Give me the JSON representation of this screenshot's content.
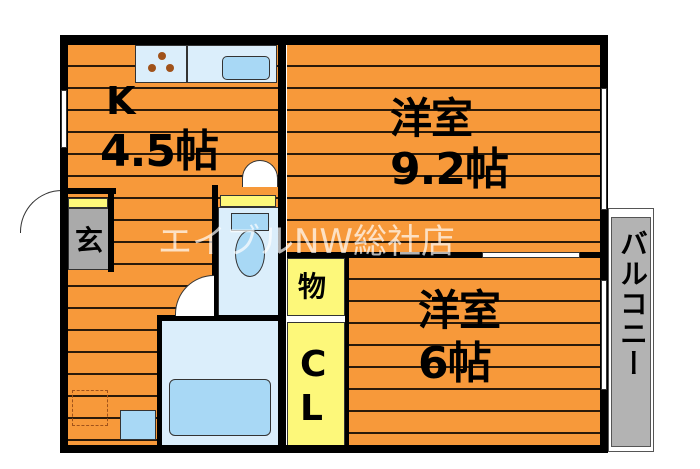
{
  "rooms": {
    "kitchen": {
      "name": "K",
      "size": "4.5帖"
    },
    "western1": {
      "name": "洋室",
      "size": "9.2帖"
    },
    "western2": {
      "name": "洋室",
      "size": "6帖"
    },
    "storage": "物",
    "closet": "CL",
    "entrance": "玄",
    "balcony": "バルコニー"
  },
  "watermark": "エイブルNW総社店",
  "colors": {
    "floor": "#f7993a",
    "wet": "#dbeefb",
    "storage": "#fdf87a",
    "entrance": "#aaaaaa",
    "balcony": "#b3b3b3"
  }
}
